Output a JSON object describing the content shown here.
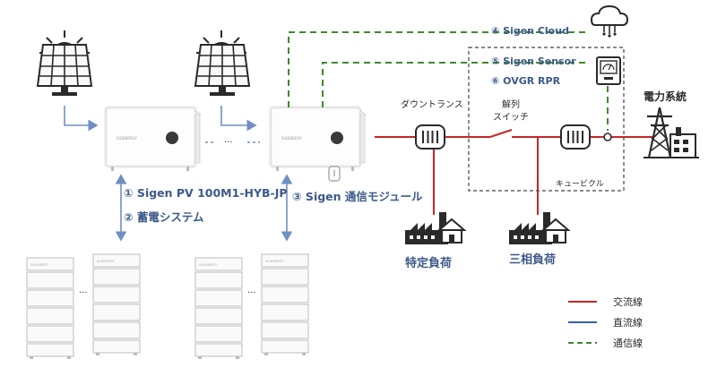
{
  "labels": {
    "pv_system": "① Sigen PV 100M1-HYB-JP",
    "storage": "② 蓄電システム",
    "comm_module": "③ Sigen 通信モジュール",
    "cloud": "④ Sigen Cloud",
    "sensor": "⑤ Sigen Sensor",
    "ovgr": "⑥ OVGR RPR",
    "down_trans": "ダウントランス",
    "disconnect_line1": "解列",
    "disconnect_line2": "スイッチ",
    "grid": "電力系統",
    "cubicle": "キュービクル",
    "specific_load": "特定負荷",
    "three_phase_load": "三相負荷",
    "dots": "··· ···",
    "ellipsis": "···"
  },
  "legend": [
    {
      "label": "交流線",
      "color": "#c62828",
      "style": "solid"
    },
    {
      "label": "直流線",
      "color": "#3b5fb0",
      "style": "solid"
    },
    {
      "label": "通信線",
      "color": "#3d8b2a",
      "style": "dashed"
    }
  ],
  "colors": {
    "ac": "#c62828",
    "dc": "#6f8fc4",
    "comm": "#3d8b2a",
    "text": "#3d5a8a"
  }
}
